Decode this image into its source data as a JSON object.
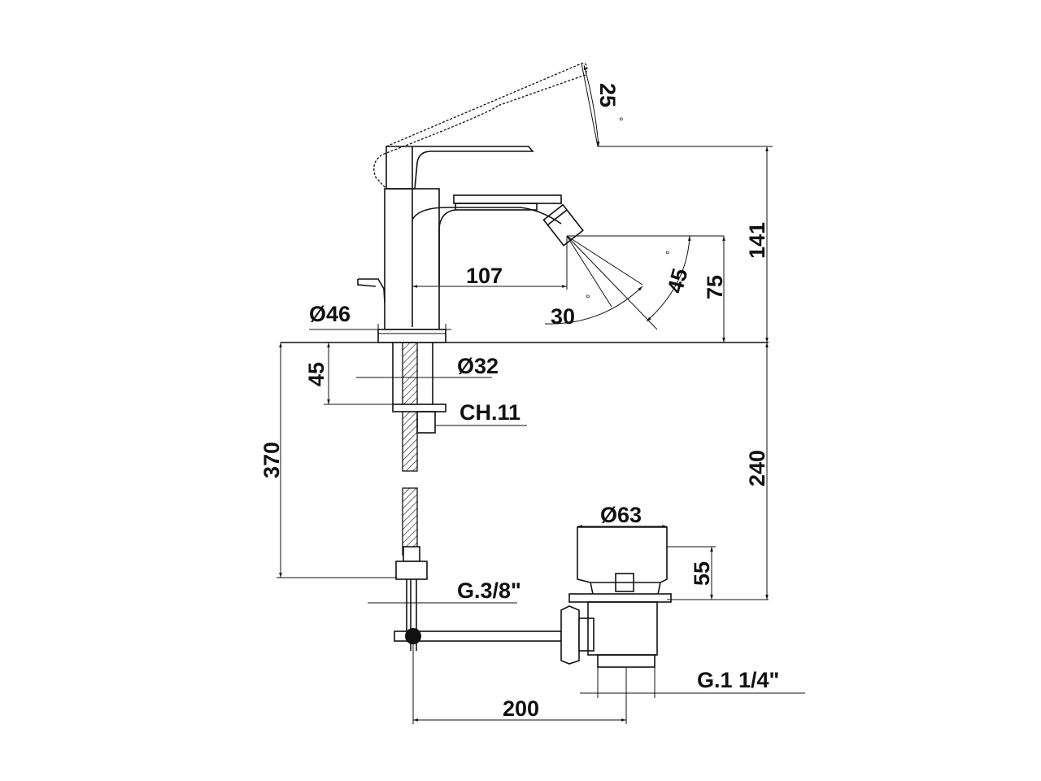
{
  "drawing": {
    "dimensions": {
      "lever_angle": "25",
      "height_total": "141",
      "spout_reach": "107",
      "jet_angle_45": "45",
      "jet_angle_30": "30",
      "spout_height": "75",
      "base_diameter": "46",
      "shank_diameter": "32",
      "deck_thickness": "45",
      "nut_size": "CH.11",
      "hose_length": "370",
      "depth_total": "240",
      "hose_thread": "G.3/8\"",
      "waste_diameter": "63",
      "waste_height": "55",
      "waste_thread": "G.1 1/4\"",
      "rod_length": "200"
    },
    "symbols": {
      "degree": "°",
      "diameter": "Ø"
    },
    "line_color": "#111111",
    "background_color": "#ffffff"
  }
}
